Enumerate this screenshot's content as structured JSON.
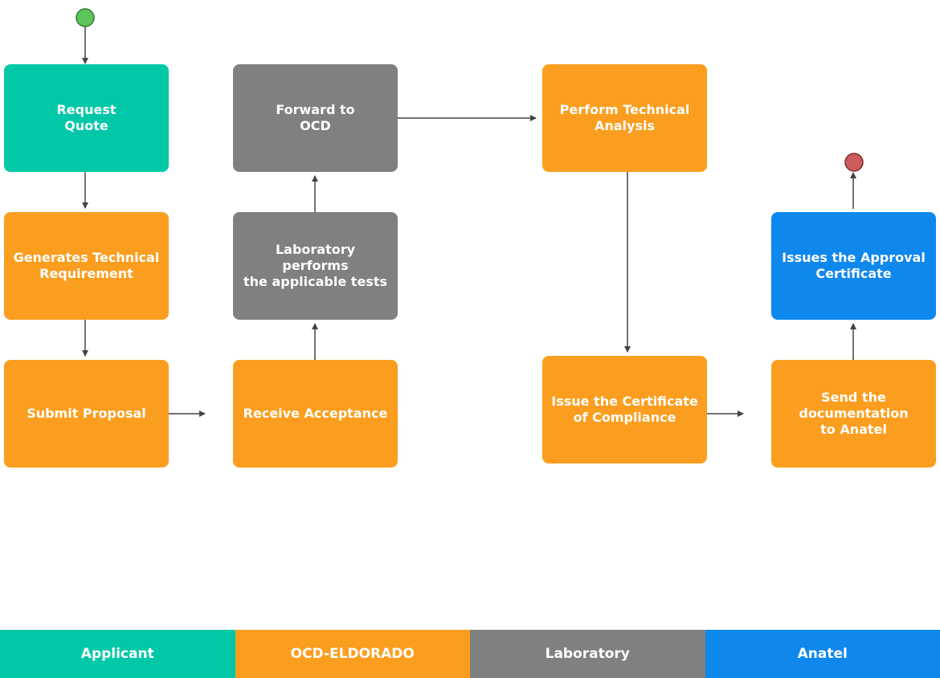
{
  "colors": {
    "applicant": "#02c8a7",
    "ocd": "#fb9e1f",
    "laboratory": "#808080",
    "anatel": "#0f88ee",
    "start": "#5ec45c",
    "end": "#cd5c5c",
    "arrow": "#444444"
  },
  "nodes": {
    "request_quote": "Request\nQuote",
    "generates_technical_requirement": "Generates Technical\nRequirement",
    "submit_proposal": "Submit Proposal",
    "receive_acceptance": "Receive Acceptance",
    "laboratory_tests": "Laboratory performs\nthe applicable tests",
    "forward_to_ocd": "Forward to\nOCD",
    "perform_technical_analysis": "Perform Technical\nAnalysis",
    "issue_certificate_of_compliance": "Issue the Certificate\nof Compliance",
    "send_documentation": "Send the\ndocumentation\nto Anatel",
    "issues_approval_certificate": "Issues the Approval\nCertificate"
  },
  "legend": {
    "applicant": "Applicant",
    "ocd": "OCD-ELDORADO",
    "laboratory": "Laboratory",
    "anatel": "Anatel"
  }
}
